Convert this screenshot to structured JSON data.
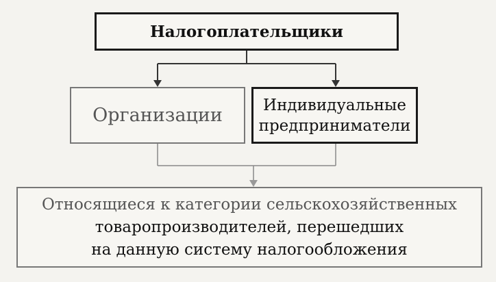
{
  "diagram": {
    "top": "Налогоплательщики",
    "left": "Организации",
    "right_lines": [
      "Индивидуальные",
      "предприниматели"
    ],
    "bottom_lines": [
      "Относящиеся к категории сельскохозяйственных",
      "товаропроизводителей, перешедших",
      "на данную систему налогообложения"
    ]
  }
}
